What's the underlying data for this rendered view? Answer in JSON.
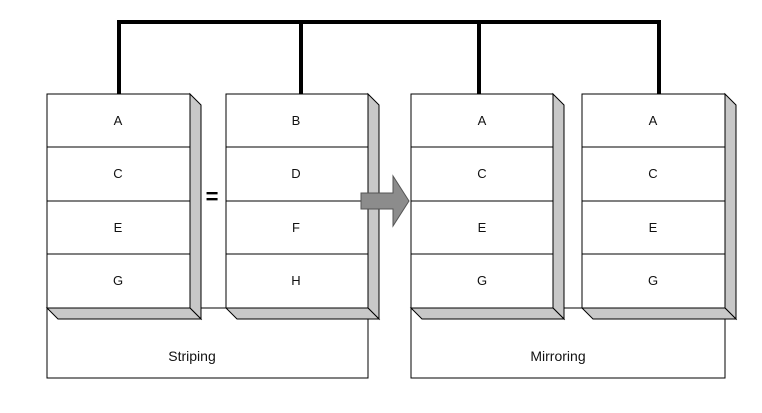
{
  "connector_color": "#000000",
  "disk_shadow_color": "#c8c8c8",
  "arrow_color": "#8c8c8c",
  "disks": [
    {
      "blocks": [
        "A",
        "C",
        "E",
        "G"
      ]
    },
    {
      "blocks": [
        "B",
        "D",
        "F",
        "H"
      ]
    },
    {
      "blocks": [
        "A",
        "C",
        "E",
        "G"
      ]
    },
    {
      "blocks": [
        "A",
        "C",
        "E",
        "G"
      ]
    }
  ],
  "equals_sign": "=",
  "groups": [
    {
      "label": "Striping"
    },
    {
      "label": "Mirroring"
    }
  ]
}
